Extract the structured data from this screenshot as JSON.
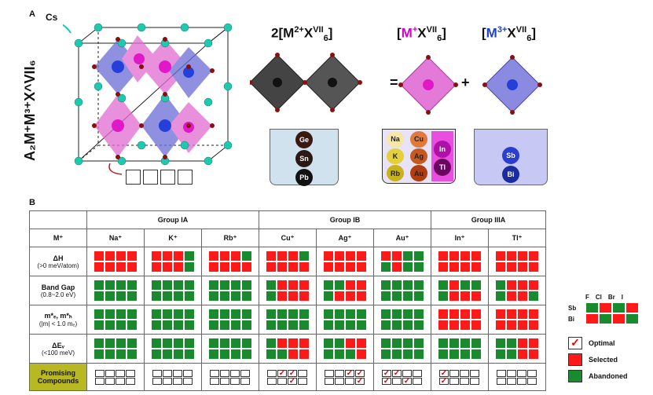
{
  "panel_a": {
    "letter": "A",
    "cs_label": "Cs",
    "side_formula": "A₂M⁺M³⁺X^VII₆",
    "halides": [
      {
        "label": "F",
        "color": "#e3401b"
      },
      {
        "label": "Cl",
        "color": "#c8431c"
      },
      {
        "label": "Br",
        "color": "#b71f1f"
      },
      {
        "label": "I",
        "color": "#8f1616"
      }
    ],
    "formula_left": {
      "coef": "2",
      "open": "[",
      "m": "M",
      "msup": "2+",
      "x": "X",
      "xsup": "VII",
      "xsub": "6",
      "close": "]"
    },
    "formula_mid": {
      "open": "[",
      "m": "M",
      "msup": "+",
      "x": "X",
      "xsup": "VII",
      "xsub": "6",
      "close": "]",
      "color": "#d400c8"
    },
    "formula_right": {
      "open": "[",
      "m": "M",
      "msup": "3+",
      "x": "X",
      "xsup": "VII",
      "xsub": "6",
      "close": "]",
      "color": "#1d3fcf"
    },
    "equals": "=",
    "plus": "+",
    "cup_left": [
      "Ge",
      "Sn",
      "Pb"
    ],
    "cup_mid_1": [
      "Na",
      "K",
      "Rb"
    ],
    "cup_mid_2": [
      "Cu",
      "Ag",
      "Au"
    ],
    "cup_mid_3": [
      "In",
      "Tl"
    ],
    "cup_right": [
      "Sb",
      "Bi"
    ]
  },
  "panel_b": {
    "letter": "B",
    "groups": [
      "Group IA",
      "Group IB",
      "Group IIIA"
    ],
    "row_header": "M⁺",
    "cations": [
      "Na⁺",
      "K⁺",
      "Rb⁺",
      "Cu⁺",
      "Ag⁺",
      "Au⁺",
      "In⁺",
      "Tl⁺"
    ],
    "rows": [
      {
        "label1": "ΔH",
        "label2": "(>0 meV/atom)"
      },
      {
        "label1": "Band Gap",
        "label2": "(0.8~2.0 eV)"
      },
      {
        "label1": "m*ₑ, m*ₕ",
        "label2": "(|m| < 1.0 mₑ)"
      },
      {
        "label1": "ΔEᵥ",
        "label2": "(<100 meV)"
      }
    ],
    "promising_label": "Promising Compounds",
    "colors": {
      "red": "#ff1a1a",
      "green": "#1a8a2e",
      "promising_bg": "#b8b825"
    },
    "matrix": [
      [
        "RRRR/RRRR",
        "RRRG/RRRG",
        "RRRG/RRRR",
        "RRRG/RRRR",
        "RRRR/RRRR",
        "RRGG/GRGG",
        "RRRR/RRRR",
        "RRRR/RRRR"
      ],
      [
        "GGGG/GGGG",
        "GGGG/GGGG",
        "GGGG/GGGG",
        "GRRR/GRRR",
        "GGRR/GRRR",
        "GGGG/GGGG",
        "GRGG/GRRR",
        "GRRR/GRRG"
      ],
      [
        "GGGG/GGGG",
        "GGGG/GGGG",
        "GGGG/GGGG",
        "GGGG/GGGG",
        "GGGG/GGGG",
        "GGGG/GGGG",
        "RRRR/RRRR",
        "RRRR/RRRR"
      ],
      [
        "GGGG/GGGG",
        "GGGG/GGGG",
        "GGGG/GGGG",
        "GRRR/GGRR",
        "GGRR/GGGR",
        "GGGG/GGGG",
        "GGGG/GGGG",
        "GGRR/GGRR"
      ]
    ],
    "checks": [
      "0000/0000",
      "0000/0000",
      "0000/0000",
      "0110/0010",
      "0011/0001",
      "1100/1010",
      "1000/1000",
      "0000/0000"
    ],
    "legend": {
      "cols": [
        "F",
        "Cl",
        "Br",
        "I"
      ],
      "rows": [
        "Sb",
        "Bi"
      ],
      "sample": [
        "GRGR",
        "RGRG"
      ],
      "optimal": "Optimal",
      "selected": "Selected",
      "abandoned": "Abandoned"
    }
  }
}
